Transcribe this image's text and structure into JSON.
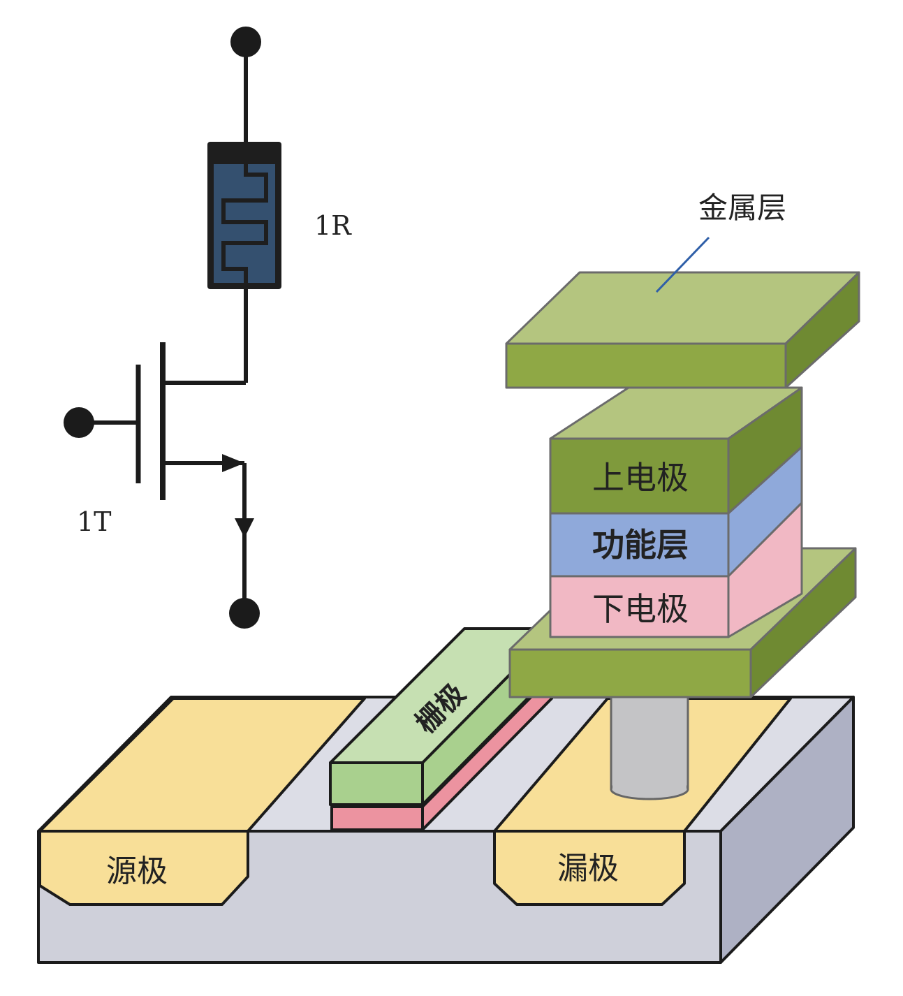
{
  "circuit": {
    "resistor_label": "1R",
    "transistor_label": "1T"
  },
  "device": {
    "metal_layer_label": "金属层",
    "top_electrode_label": "上电极",
    "functional_layer_label": "功能层",
    "bottom_electrode_label": "下电极",
    "gate_label": "栅极",
    "source_label": "源极",
    "drain_label": "漏极"
  },
  "colors": {
    "metal": "#8fa845",
    "metal_top": "#b8c882",
    "top_electrode": "#7f9a3c",
    "functional_layer": "#8fa9da",
    "bottom_electrode": "#f1b8c4",
    "gate": "#a9d08e",
    "gate_oxide": "#ec93a0",
    "source_drain": "#f8df98",
    "substrate": "#cfd0da",
    "resistor": "#34506f",
    "via": "#c4c4c6"
  }
}
